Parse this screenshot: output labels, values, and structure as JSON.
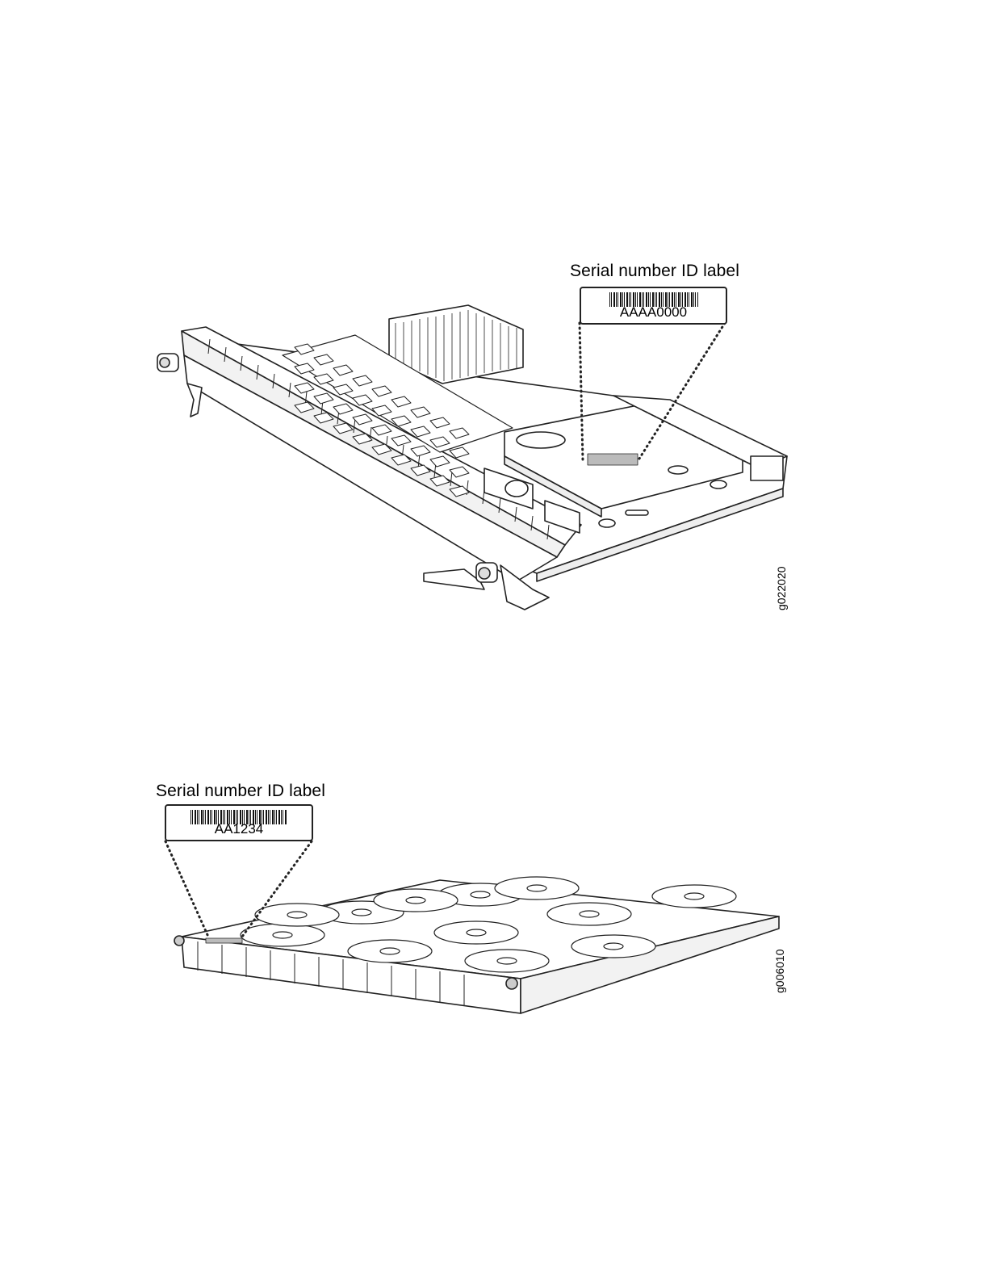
{
  "figures": [
    {
      "callout_title": "Serial number ID label",
      "serial": "AAAA0000",
      "figure_id": "g022020"
    },
    {
      "callout_title": "Serial number ID label",
      "serial": "AA1234",
      "figure_id": "g006010"
    }
  ]
}
